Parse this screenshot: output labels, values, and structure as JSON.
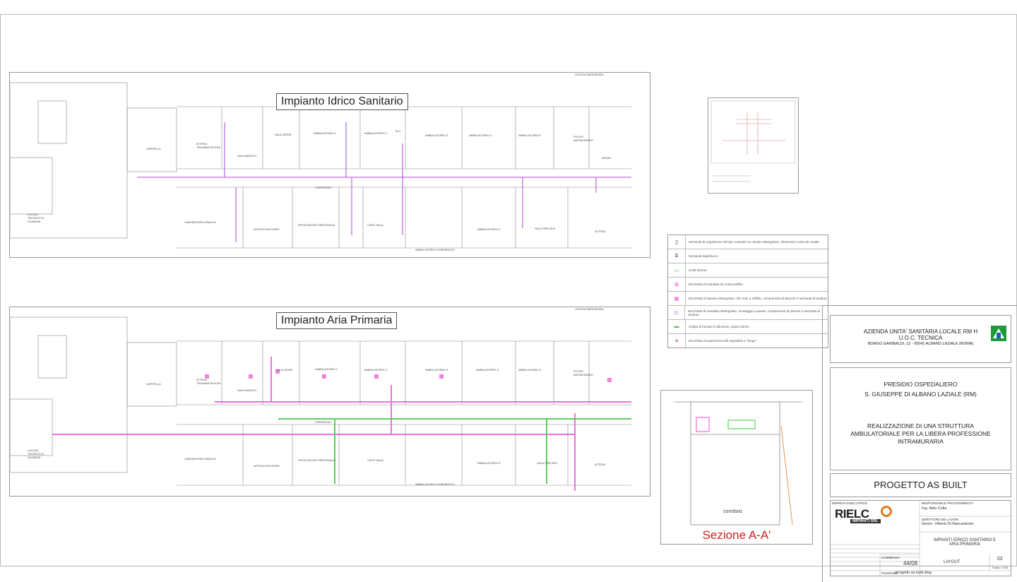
{
  "plans": {
    "top": {
      "title": "Impianto Idrico Sanitario",
      "note": "USCITA EMERGENZA"
    },
    "bottom": {
      "title": "Impianto Aria Primaria",
      "note": "USCITA EMERGENZA"
    }
  },
  "rooms": {
    "cappella": "CAPPELLA",
    "atrio": "ATTESA TRAUMATOLOGIA",
    "sala_gessi": "SALA GESSI",
    "sala_medico": "SALA MEDICO",
    "amb1": "AMBULATORIO 1",
    "amb2": "AMBULATORIO 2",
    "amb3": "AMBULATORIO 3",
    "amb4": "AMBULATORIO 4",
    "amb5": "AMBULATORIO 5",
    "amb6": "AMBULATORIO 6",
    "filtro": "FILTRO ANTINCENDIO",
    "corridoio": "CORRIDOIO",
    "laboratorio": "LABORATORIO ANALISI",
    "ufficio": "UFFICIO RICOVERI",
    "spogliatoio": "SPOGLIATOIO PERSONALE",
    "caposala": "CAPO SALA",
    "amb_chir": "AMBULATORIO CHIRURGICO",
    "sala_prelievi": "SALA PRELIEVI",
    "attesa": "ATTESA",
    "locale_tecnico": "LOCALE TECNICO DI GUARDIA",
    "wc": "W.C.",
    "arvas": "ARVAS"
  },
  "legend": [
    {
      "icon": "damper-icon",
      "text": "Serranda di regolazione del tipo manuale su canale rettangolare, dimensioni come da canale"
    },
    {
      "icon": "fire-damper-icon",
      "text": "Serranda tagliafuoco"
    },
    {
      "icon": "indoor-unit-icon",
      "text": "Unità interna"
    },
    {
      "icon": "ceiling-diffuser-icon",
      "text": "Bocchetta di mandata da controsoffitto"
    },
    {
      "icon": "return-grille-icon",
      "text": "Bocchetta di ripresa rettangolare, dim 4x8, a soffitto, comprensiva di plenum e serranda di taratura"
    },
    {
      "icon": "wall-grille-icon",
      "text": "Bocchetta di mandata rettangolare, montaggio a parete, comprensiva di plenum e serranda di taratura"
    },
    {
      "icon": "transit-grille-icon",
      "text": "Griglia di transito in alluminio, passo 20mm"
    },
    {
      "icon": "extract-valve-icon",
      "text": "Bocchetta di aspirazione Ø0 regolabile a \"fungo\""
    }
  ],
  "section": {
    "label": "corridoio",
    "title": "Sezione A-A'"
  },
  "titleblock": {
    "org_line1": "AZIENDA UNITA' SANITARIA LOCALE RM H",
    "org_line2": "U.O.C. TECNICA",
    "org_line3": "BORGO GARIBALDI, 12 - 00041 ALBANO LAZIALE (ROMA)",
    "presidio": "PRESIDIO OSPEDALIERO",
    "hospital": "S. GIUSEPPE DI ALBANO LAZIALE (RM)",
    "project": "REALIZZAZIONE DI UNA STRUTTURA AMBULATORIALE PER LA LIBERA PROFESSIONE INTRAMURARIA",
    "stage": "PROGETTO AS BUILT",
    "impresa_label": "IMPRESA ESECUTRICE",
    "company": "RIELC",
    "company_sub": "IMPIANTI SRL",
    "resp_label": "RESPONSABILE PROCEDIMENTO",
    "resp_name": "Ing. Aldo Colla",
    "dir_label": "DIRETTORE DEI LAVORI",
    "dir_name": "Geom. Vittorio Di Marcantonio",
    "subject": "IMPIANTI IDRICO SANITARIO E ARIA PRIMARIA",
    "commessa_label": "COMMESSA",
    "commessa": "44/08",
    "layout": "LAYOUT",
    "sheet_no": "02",
    "scale": "Scala: 1:100",
    "filename_label": "FILENAME",
    "filename": "progetto as built.dwg"
  },
  "colors": {
    "pipe": "#a64bd6",
    "duct": "#e84fd0",
    "supply": "#3ec93e",
    "section_title": "#d21d1d",
    "logo_orange": "#e07a1f"
  }
}
